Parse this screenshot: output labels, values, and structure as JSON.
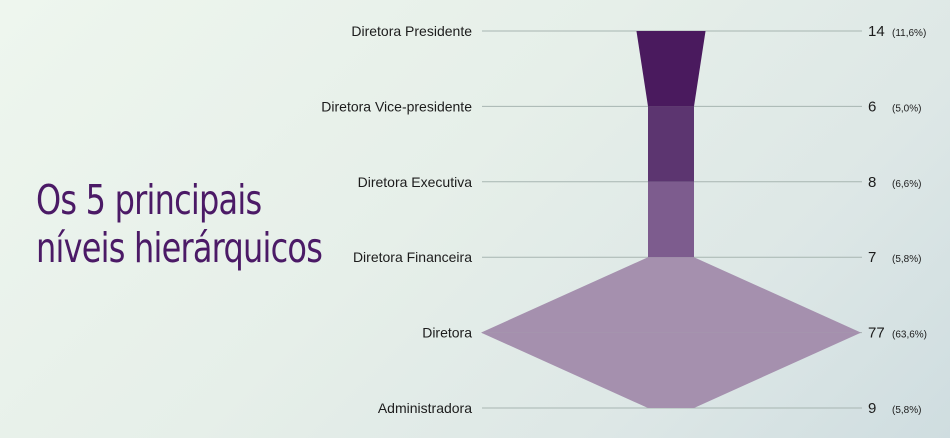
{
  "headline": {
    "line1": "Os 5 principais",
    "line2": "níveis hierárquicos",
    "color": "#4b1a66"
  },
  "chart_data": {
    "type": "funnel",
    "categories": [
      "Diretora Presidente",
      "Diretora Vice-presidente",
      "Diretora Executiva",
      "Diretora Financeira",
      "Diretora",
      "Administradora"
    ],
    "values": [
      14,
      6,
      8,
      7,
      77,
      9
    ],
    "percent_labels": [
      "(11,6%)",
      "(5,0%)",
      "(6,6%)",
      "(5,8%)",
      "(63,6%)",
      "(5,8%)"
    ],
    "segment_colors": [
      "#4a1a5e",
      "#5c3570",
      "#7d5c8e",
      "#a590ae",
      "#a590ae"
    ],
    "grid": true
  }
}
